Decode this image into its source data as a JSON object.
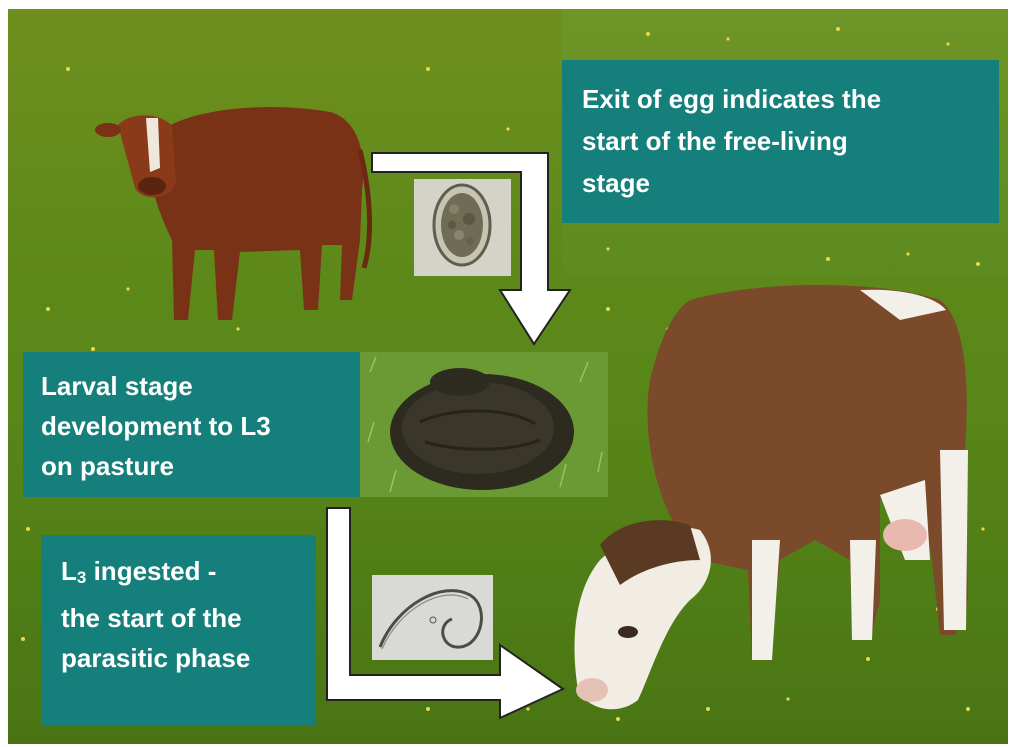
{
  "captions": {
    "egg_exit": {
      "lines": [
        "Exit of egg indicates the",
        "start of the free-living",
        "stage"
      ]
    },
    "larval": {
      "lines": [
        "Larval stage",
        "development to L3",
        "on pasture"
      ]
    },
    "ingested": {
      "line1_main": "L",
      "line1_sub": "3",
      "line1_rest": " ingested -",
      "line2": "the start of the",
      "line3": "parasitic phase"
    }
  },
  "illustrations": [
    "brown-cow",
    "holstein-cow-grazing",
    "parasite-egg-micrograph",
    "dung-pat-on-grass",
    "l3-larva-micrograph"
  ],
  "colors": {
    "caption_box": "#157f7b",
    "caption_text": "#ffffff",
    "arrow_fill": "#ffffff",
    "arrow_stroke": "#222222",
    "pasture": "#5a8a1c"
  }
}
